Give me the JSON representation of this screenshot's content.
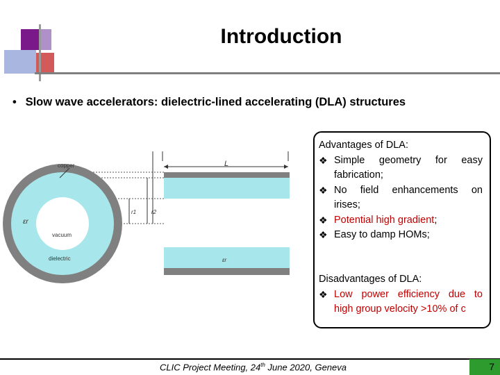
{
  "slide": {
    "title": "Introduction",
    "bullet": "Slow wave accelerators: dielectric-lined accelerating (DLA) structures",
    "footer": {
      "pre": "CLIC Project Meeting, 24",
      "sup": "th",
      "post": " June 2020, Geneva"
    },
    "page_number": "7"
  },
  "diagram": {
    "copper": "copper",
    "vacuum": "vacuum",
    "dielectric": "dielectric",
    "er": "εr",
    "er2": "εr",
    "L": "L",
    "r1": "r1",
    "r2": "r2"
  },
  "advantages": {
    "heading": "Advantages of DLA:",
    "items": [
      {
        "lines": [
          "Simple geometry for easy",
          "fabrication;"
        ],
        "red": false
      },
      {
        "lines": [
          "No field enhancements on",
          "irises;"
        ],
        "red": false
      },
      {
        "lines": [
          "Potential high gradient",
          ";"
        ],
        "red": true
      },
      {
        "lines": [
          "Easy to damp HOMs;"
        ],
        "red": false
      }
    ]
  },
  "disadvantages": {
    "heading": "Disadvantages of DLA:",
    "lines": [
      "Low power efficiency due to",
      "high group velocity >10% of c"
    ]
  },
  "colors": {
    "dielectric": "#a7e6ea",
    "copper": "#808080",
    "page_badge": "#2e9b2e",
    "highlight": "#c00000"
  }
}
